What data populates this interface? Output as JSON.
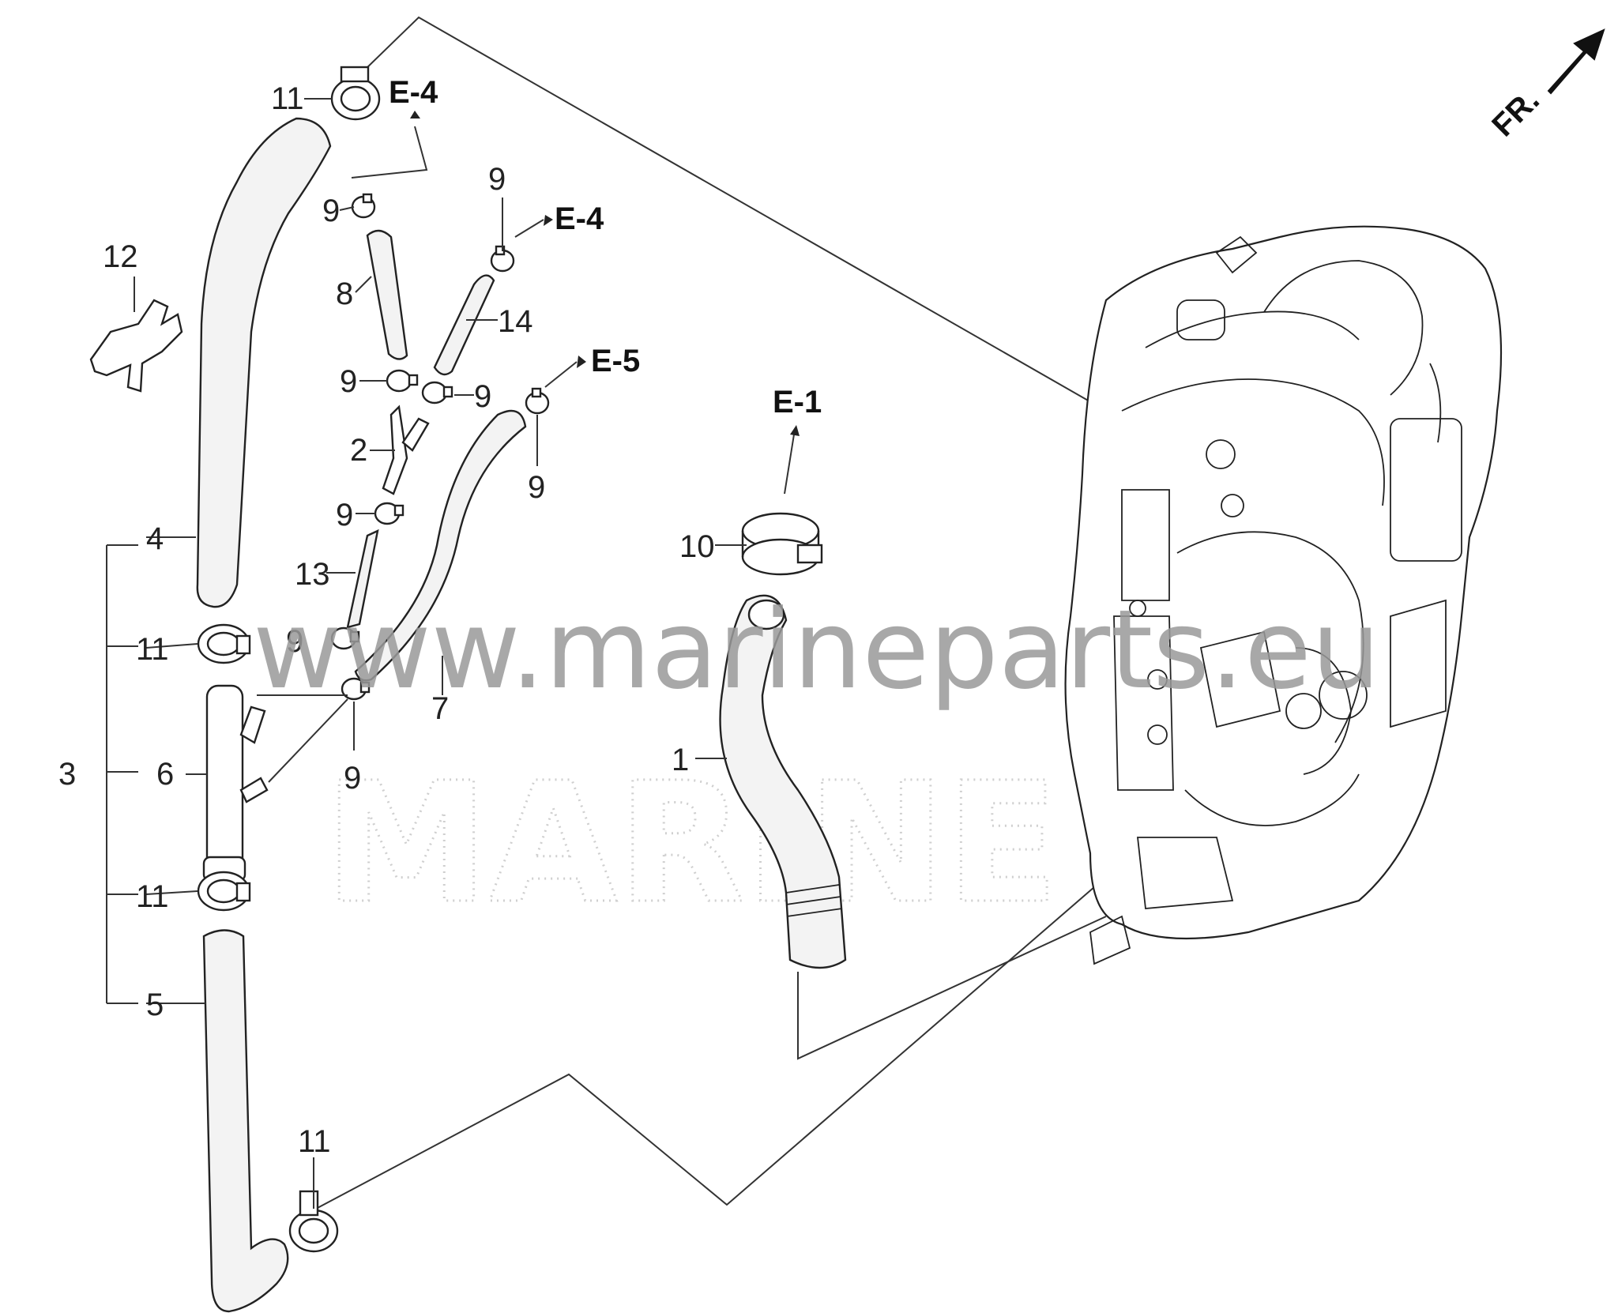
{
  "watermark": {
    "url": "www.marineparts.eu",
    "brand": "MARINE"
  },
  "orientation": {
    "front_label": "FR."
  },
  "callouts": {
    "c1": "1",
    "c2": "2",
    "c3": "3",
    "c4": "4",
    "c5": "5",
    "c6": "6",
    "c7": "7",
    "c8": "8",
    "c9a": "9",
    "c9b": "9",
    "c9c": "9",
    "c9d": "9",
    "c9e": "9",
    "c9f": "9",
    "c9g": "9",
    "c9h": "9",
    "c10": "10",
    "c11a": "11",
    "c11b": "11",
    "c11c": "11",
    "c11d": "11",
    "c12": "12",
    "c13": "13",
    "c14": "14"
  },
  "refs": {
    "e4_top": "E-4",
    "e4_mid": "E-4",
    "e5": "E-5",
    "e1": "E-1"
  }
}
